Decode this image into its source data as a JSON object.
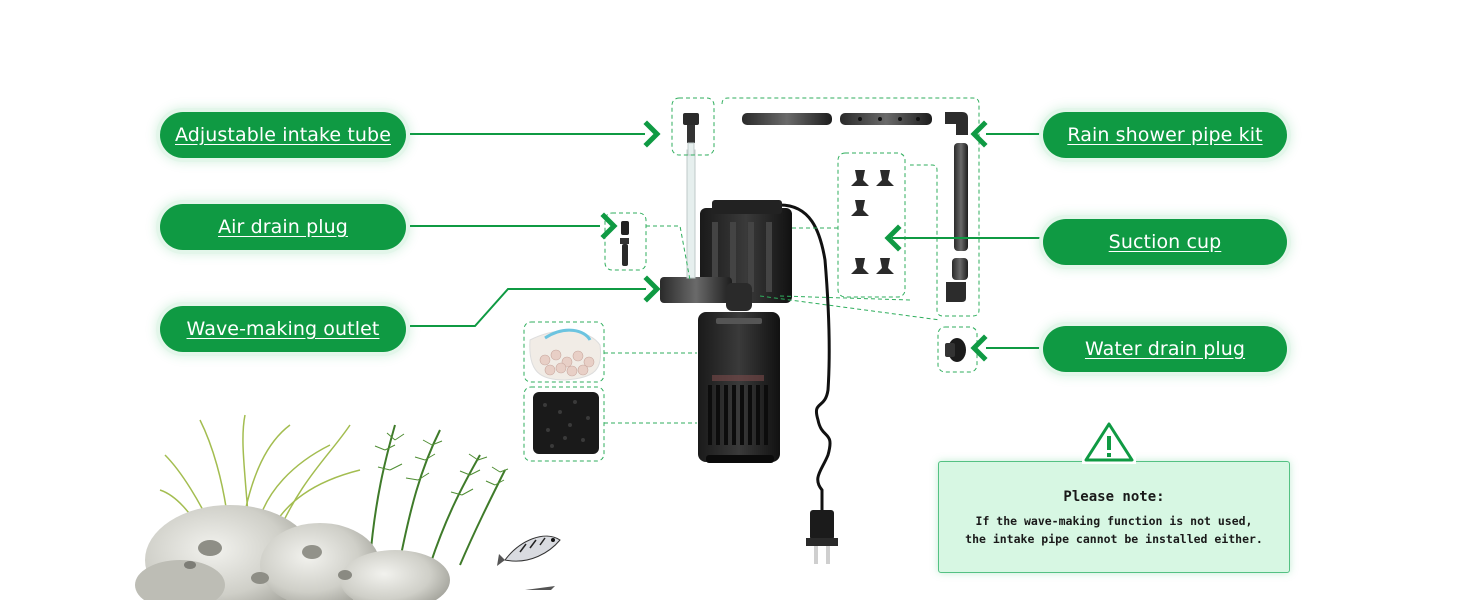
{
  "callouts": {
    "adjustable_intake_tube": "Adjustable intake tube",
    "air_drain_plug": "Air drain plug",
    "wave_making_outlet": "Wave-making outlet",
    "rain_shower_pipe_kit": "Rain shower pipe kit",
    "suction_cup": "Suction cup",
    "water_drain_plug": "Water drain plug"
  },
  "note": {
    "icon": "warning-triangle-icon",
    "title": "Please note:",
    "line1": "If the wave-making function is not used,",
    "line2": "the intake pipe cannot be installed either."
  },
  "colors": {
    "accent": "#0f9a43",
    "note_background": "#d7f7e3",
    "dashed_outline": "#2fae5d"
  }
}
